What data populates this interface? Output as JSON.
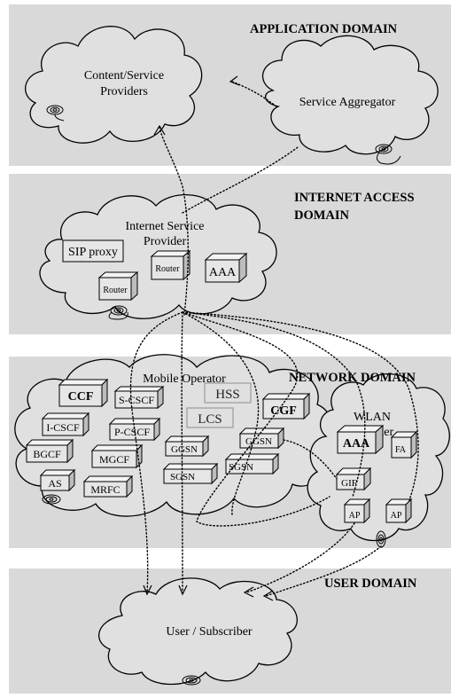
{
  "domains": {
    "application": "APPLICATION DOMAIN",
    "internet_line1": "INTERNET ACCESS",
    "internet_line2": "DOMAIN",
    "network": "NETWORK DOMAIN",
    "user": "USER DOMAIN"
  },
  "clouds": {
    "content_line1": "Content/Service",
    "content_line2": "Providers",
    "aggregator": "Service Aggregator",
    "isp_line1": "Internet Service",
    "isp_line2": "Provider",
    "mobile": "Mobile Operator",
    "wlan_line1": "WLAN",
    "wlan_line2": "Provider",
    "user": "User / Subscriber"
  },
  "nodes": {
    "sip_proxy": "SIP proxy",
    "router_a": "Router",
    "router_b": "Router",
    "aaa_isp": "AAA",
    "ccf": "CCF",
    "s_cscf": "S-CSCF",
    "hss": "HSS",
    "lcs": "LCS",
    "cgf": "CGF",
    "i_cscf": "I-CSCF",
    "p_cscf": "P-CSCF",
    "ggsn_a": "GGSN",
    "ggsn_b": "GGSN",
    "bgcf": "BGCF",
    "mgcf": "MGCF",
    "sgsn_a": "SGSN",
    "sgsn_b": "SGSN",
    "as": "AS",
    "mrfc": "MRFC",
    "aaa_wlan": "AAA",
    "fa": "FA",
    "gif": "GIF",
    "ap_a": "AP",
    "ap_b": "AP"
  }
}
